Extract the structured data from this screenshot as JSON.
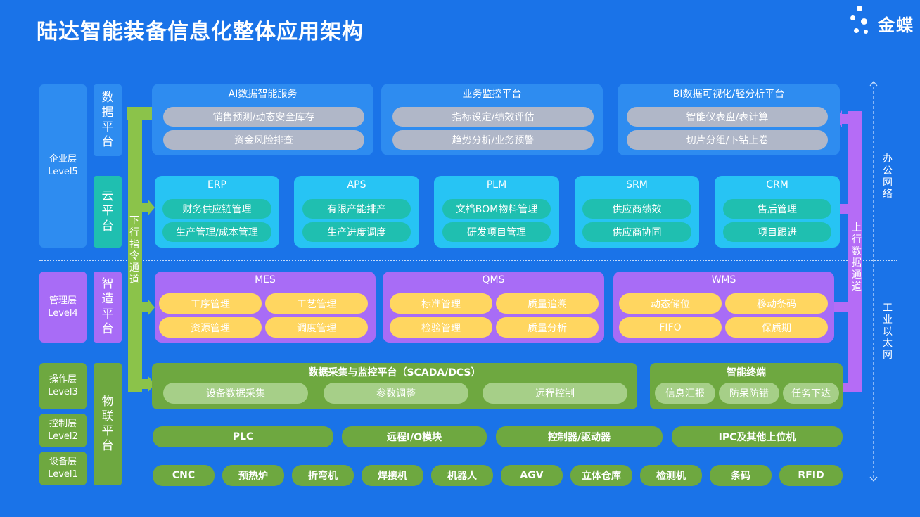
{
  "title": "陆达智能装备信息化整体应用架构",
  "logo": "金蝶",
  "levels": [
    {
      "l1": "企业层",
      "l2": "Level5"
    },
    {
      "l1": "管理层",
      "l2": "Level4"
    },
    {
      "l1": "操作层",
      "l2": "Level3"
    },
    {
      "l1": "控制层",
      "l2": "Level2"
    },
    {
      "l1": "设备层",
      "l2": "Level1"
    }
  ],
  "platforms": {
    "data": "数据平台",
    "cloud": "云平台",
    "smart": "智造平台",
    "iot": "物联平台"
  },
  "channels": {
    "down": "下行指令通道",
    "up": "上行数据通道"
  },
  "networks": {
    "office": "办公网络",
    "industrial": "工业以太网"
  },
  "data_panels": [
    {
      "title": "AI数据智能服务",
      "items": [
        "销售预测/动态安全库存",
        "资金风险排查"
      ]
    },
    {
      "title": "业务监控平台",
      "items": [
        "指标设定/绩效评估",
        "趋势分析/业务预警"
      ]
    },
    {
      "title": "BI数据可视化/轻分析平台",
      "items": [
        "智能仪表盘/表计算",
        "切片分组/下钻上卷"
      ]
    }
  ],
  "cloud_panels": [
    {
      "title": "ERP",
      "items": [
        "财务供应链管理",
        "生产管理/成本管理"
      ]
    },
    {
      "title": "APS",
      "items": [
        "有限产能排产",
        "生产进度调度"
      ]
    },
    {
      "title": "PLM",
      "items": [
        "文档BOM物料管理",
        "研发项目管理"
      ]
    },
    {
      "title": "SRM",
      "items": [
        "供应商绩效",
        "供应商协同"
      ]
    },
    {
      "title": "CRM",
      "items": [
        "售后管理",
        "项目跟进"
      ]
    }
  ],
  "smart_panels": [
    {
      "title": "MES",
      "items": [
        "工序管理",
        "工艺管理",
        "资源管理",
        "调度管理"
      ]
    },
    {
      "title": "QMS",
      "items": [
        "标准管理",
        "质量追溯",
        "检验管理",
        "质量分析"
      ]
    },
    {
      "title": "WMS",
      "items": [
        "动态储位",
        "移动条码",
        "FIFO",
        "保质期"
      ]
    }
  ],
  "scada": {
    "title": "数据采集与监控平台（SCADA/DCS）",
    "items": [
      "设备数据采集",
      "参数调整",
      "远程控制"
    ]
  },
  "terminal": {
    "title": "智能终端",
    "items": [
      "信息汇报",
      "防呆防错",
      "任务下达"
    ]
  },
  "control_row": [
    "PLC",
    "远程I/O模块",
    "控制器/驱动器",
    "IPC及其他上位机"
  ],
  "device_row": [
    "CNC",
    "预热炉",
    "折弯机",
    "焊接机",
    "机器人",
    "AGV",
    "立体仓库",
    "检测机",
    "条码",
    "RFID"
  ],
  "colors": {
    "background": "#1a73e8",
    "data_panel": "#2e8cf0",
    "cloud_panel": "#27c4f4",
    "smart_panel": "#a86cf6",
    "iot_green": "#6ea840",
    "arrow_green": "#8bc34a",
    "arrow_purple": "#b56cf6"
  }
}
